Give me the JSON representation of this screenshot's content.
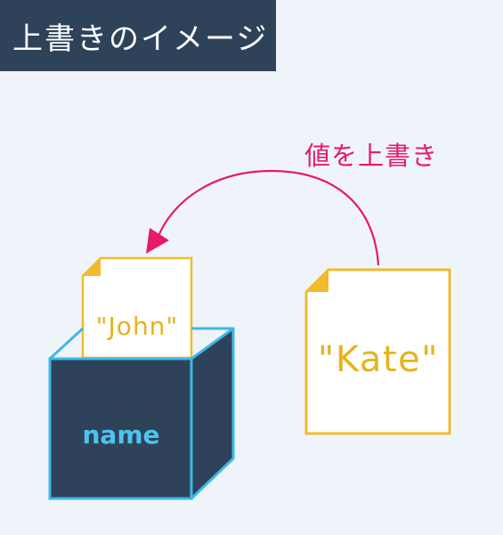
{
  "header": {
    "title": "上書きのイメージ"
  },
  "diagram": {
    "arrow_label": "値を上書き",
    "old_value": "\"John\"",
    "new_value": "\"Kate\"",
    "variable_name": "name"
  },
  "colors": {
    "header_bg": "#2e4359",
    "page_bg": "#eff4fb",
    "arrow": "#e8196b",
    "card_border": "#f0bb2c",
    "card_text": "#e6b31e",
    "box_fill": "#2e4359",
    "box_stroke": "#3cb9e8",
    "box_text": "#4ec3f0"
  },
  "icons": {
    "arrow": "curved-arrow-icon",
    "card_corner": "folded-corner-icon"
  }
}
